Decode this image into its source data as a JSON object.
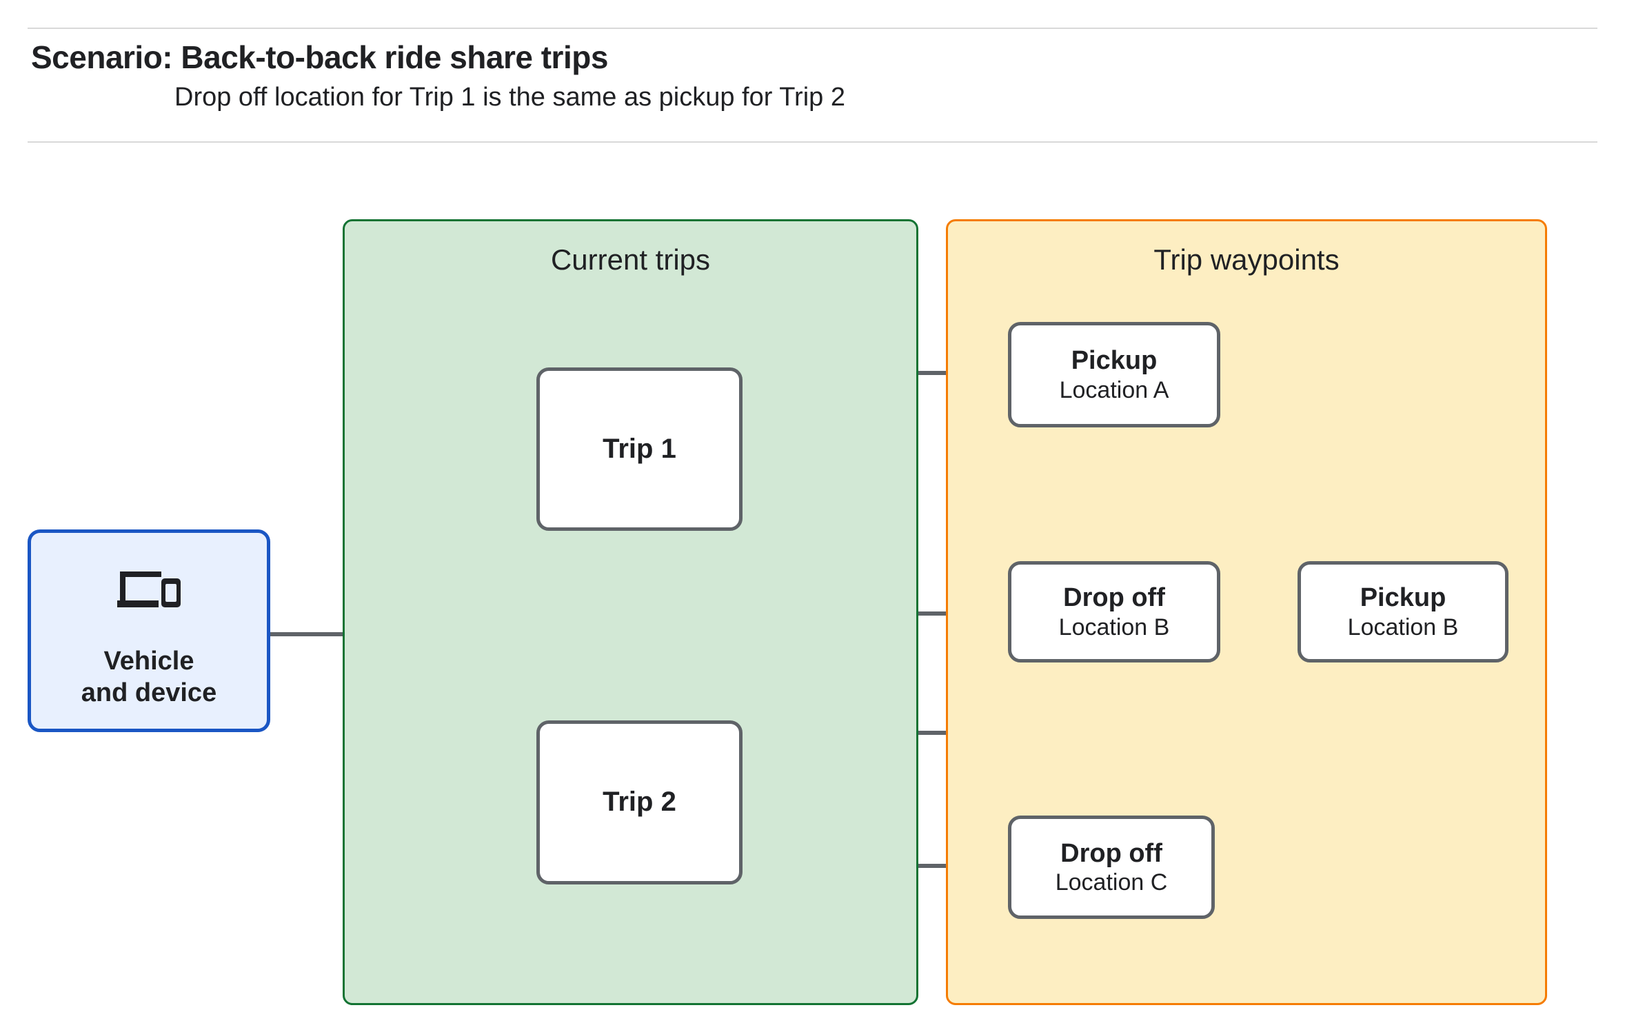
{
  "header": {
    "title": "Scenario: Back-to-back ride share trips",
    "subtitle": "Drop off  location for Trip 1 is the same as pickup for Trip 2"
  },
  "colors": {
    "current_trips_border": "#137333",
    "current_trips_fill": "#d2e8d5",
    "trip_waypoints_border": "#f57c00",
    "trip_waypoints_fill": "#fdeec2",
    "vehicle_border": "#1a56c4",
    "vehicle_fill": "#e8f0fe",
    "node_border": "#5f6368",
    "connector": "#5f6368"
  },
  "vehicle": {
    "icon": "devices-icon",
    "label_line1": "Vehicle",
    "label_line2": "and device"
  },
  "groups": {
    "current_trips": {
      "title": "Current trips"
    },
    "trip_waypoints": {
      "title": "Trip waypoints"
    }
  },
  "trips": [
    {
      "label": "Trip 1"
    },
    {
      "label": "Trip 2"
    }
  ],
  "waypoints": [
    {
      "type": "Pickup",
      "location": "Location A"
    },
    {
      "type": "Drop off",
      "location": "Location B"
    },
    {
      "type": "Pickup",
      "location": "Location B"
    },
    {
      "type": "Drop off",
      "location": "Location C"
    }
  ]
}
